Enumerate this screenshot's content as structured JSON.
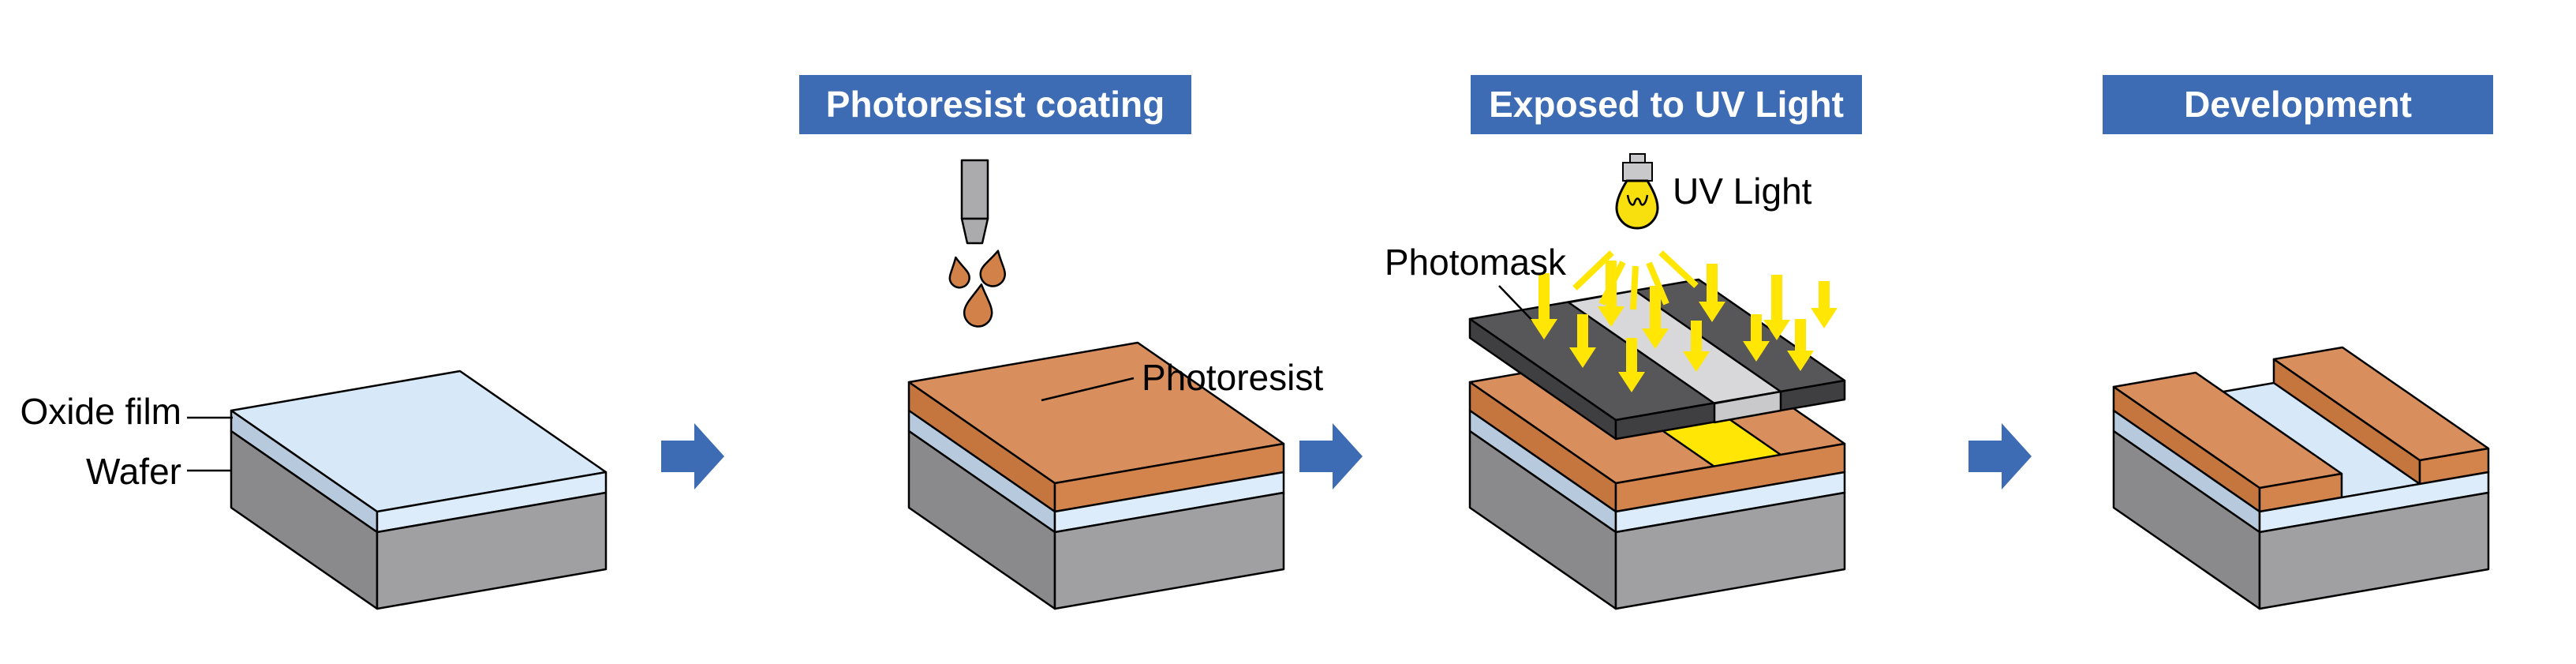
{
  "title": "Photolithography process diagram",
  "colors": {
    "banner_blue": "#3D6CB5",
    "flow_arrow_blue": "#3D6CB5",
    "resist_top": "#D98E5E",
    "resist_left": "#C4763E",
    "resist_right": "#D3834C",
    "oxide_top": "#D7E8F8",
    "oxide_left": "#B7C9DC",
    "oxide_right": "#DDECFA",
    "wafer_left": "#8A8A8D",
    "wafer_right": "#A0A0A3",
    "mask_top": "#57575A",
    "mask_left": "#3F3F42",
    "window_top": "#D8D8DA",
    "window_front": "#C9C9CB",
    "uv_yellow": "#FFE605",
    "bulb_yellow": "#F8DF0E",
    "drop_orange": "#D28249",
    "nozzle_gray": "#ABABAD",
    "cap_gray": "#C9C9CB",
    "label_black": "#000000"
  },
  "stages": {
    "stage1": {
      "labels": {
        "oxide": "Oxide film",
        "wafer": "Wafer"
      }
    },
    "stage2": {
      "banner": "Photoresist coating",
      "labels": {
        "photoresist": "Photoresist"
      }
    },
    "stage3": {
      "banner": "Exposed to UV Light",
      "labels": {
        "uv_light": "UV Light",
        "photomask": "Photomask"
      }
    },
    "stage4": {
      "banner": "Development"
    }
  }
}
